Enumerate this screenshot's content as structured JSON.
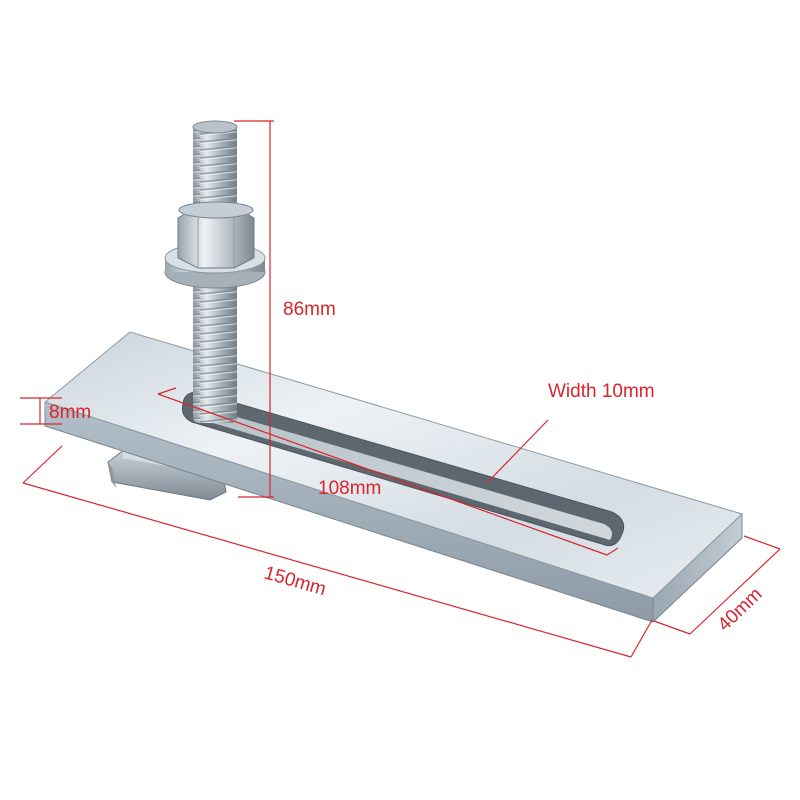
{
  "annotation_color": "#d9252b",
  "labels": {
    "height": "86mm",
    "thickness": "8mm",
    "slot_width": "Width 10mm",
    "slot_length": "108mm",
    "length": "150mm",
    "width": "40mm"
  }
}
